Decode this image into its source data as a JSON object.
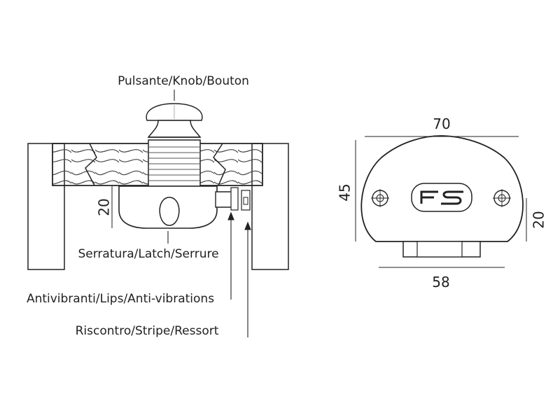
{
  "labels": {
    "knob": "Pulsante/Knob/Bouton",
    "latch": "Serratura/Latch/Serrure",
    "lips": "Antivibranti/Lips/Anti-vibrations",
    "strike": "Riscontro/Stripe/Ressort"
  },
  "dimensions": {
    "side_height": "20",
    "width_top": "70",
    "height_left": "45",
    "height_right": "20",
    "width_bottom": "58"
  },
  "logo_text": "FS"
}
